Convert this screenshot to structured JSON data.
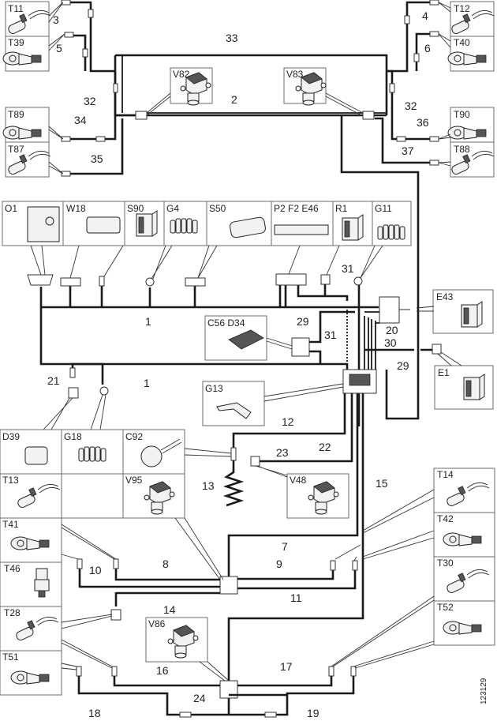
{
  "diagram": {
    "title": "Wiring harness overview",
    "reference_number": "123129",
    "components": {
      "T11": "T11",
      "T39": "T39",
      "T12": "T12",
      "T40": "T40",
      "T89": "T89",
      "T87": "T87",
      "T90": "T90",
      "T88": "T88",
      "V82": "V82",
      "V83": "V83",
      "O1": "O1",
      "W18": "W18",
      "S90": "S90",
      "G4": "G4",
      "S50": "S50",
      "P2F2E46": "P2 F2 E46",
      "R1": "R1",
      "G11": "G11",
      "E43": "E43",
      "E1": "E1",
      "C56D34": "C56 D34",
      "G13": "G13",
      "D39": "D39",
      "G18": "G18",
      "C92": "C92",
      "V95": "V95",
      "V48": "V48",
      "T13": "T13",
      "T41": "T41",
      "T46": "T46",
      "T28": "T28",
      "T51": "T51",
      "V86": "V86",
      "T14": "T14",
      "T42": "T42",
      "T30": "T30",
      "T52": "T52"
    },
    "wires": {
      "w1a": "1",
      "w1b": "1",
      "w2": "2",
      "w3": "3",
      "w4": "4",
      "w5": "5",
      "w6": "6",
      "w7": "7",
      "w8": "8",
      "w9": "9",
      "w10": "10",
      "w11": "11",
      "w12": "12",
      "w13": "13",
      "w14": "14",
      "w15": "15",
      "w16": "16",
      "w17": "17",
      "w18": "18",
      "w19": "19",
      "w20": "20",
      "w21": "21",
      "w22": "22",
      "w23": "23",
      "w24": "24",
      "w29a": "29",
      "w29b": "29",
      "w30": "30",
      "w31a": "31",
      "w31b": "31",
      "w32a": "32",
      "w32b": "32",
      "w33": "33",
      "w34": "34",
      "w35": "35",
      "w36": "36",
      "w37": "37"
    }
  }
}
